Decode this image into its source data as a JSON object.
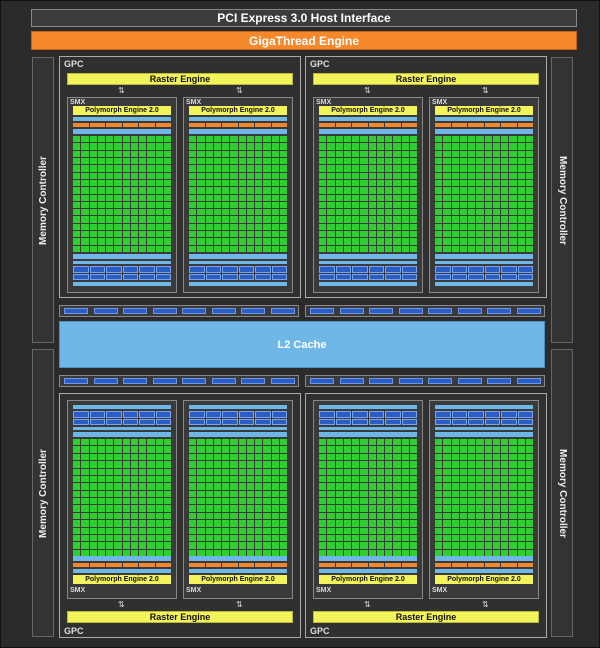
{
  "pcie_label": "PCI Express 3.0 Host Interface",
  "gigathread_label": "GigaThread Engine",
  "memory_controller_label": "Memory Controller",
  "l2_label": "L2 Cache",
  "gpc_label": "GPC",
  "raster_label": "Raster Engine",
  "smx_label": "SMX",
  "polymorph_label": "Polymorph Engine 2.0",
  "colors": {
    "orange": "#f5882a",
    "yellow": "#f2f25a",
    "green": "#2fcd2f",
    "light_blue": "#6fb7e6",
    "dark_blue": "#2a5ec4"
  }
}
